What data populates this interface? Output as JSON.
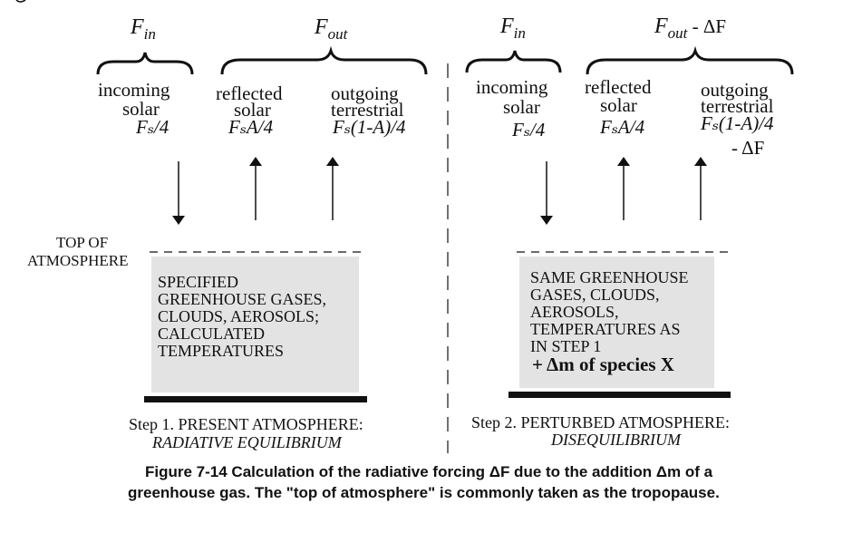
{
  "step1": {
    "fin": "F",
    "fin_sub": "in",
    "fout": "F",
    "fout_sub": "out",
    "incoming_line1": "incoming",
    "incoming_line2": "solar",
    "incoming_formula": "Fₛ/4",
    "reflected_line1": "reflected",
    "reflected_line2": "solar",
    "reflected_formula": "FₛA/4",
    "outgoing_line1": "outgoing",
    "outgoing_line2": "terrestrial",
    "outgoing_formula": "Fₛ(1-A)/4",
    "toa_line1": "TOP OF",
    "toa_line2": "ATMOSPHERE",
    "box_lines": [
      "SPECIFIED",
      "GREENHOUSE GASES,",
      "CLOUDS, AEROSOLS;",
      "CALCULATED",
      "TEMPERATURES"
    ],
    "step_label": "Step 1. PRESENT  ATMOSPHERE:",
    "step_sub": "RADIATIVE EQUILIBRIUM"
  },
  "step2": {
    "fin": "F",
    "fin_sub": "in",
    "fout": "F",
    "fout_sub": "out",
    "fout_suffix": " - ΔF",
    "incoming_line1": "incoming",
    "incoming_line2": "solar",
    "incoming_formula": "Fₛ/4",
    "reflected_line1": "reflected",
    "reflected_line2": "solar",
    "reflected_formula": "FₛA/4",
    "outgoing_line1": "outgoing",
    "outgoing_line2": "terrestrial",
    "outgoing_formula": "Fₛ(1-A)/4",
    "outgoing_delta": "- ΔF",
    "box_lines": [
      "SAME GREENHOUSE",
      "GASES, CLOUDS,",
      "AEROSOLS,",
      "TEMPERATURES AS",
      "IN STEP 1"
    ],
    "box_last": "+  Δm of species X",
    "step_label": "Step 2. PERTURBED  ATMOSPHERE:",
    "step_sub": "DISEQUILIBRIUM"
  },
  "caption": {
    "line1": "Figure 7-14  Calculation of the radiative forcing ΔF  due to the addition Δm of a",
    "line2": "greenhouse gas.  The \"top of atmosphere\" is commonly taken as the tropopause."
  },
  "colors": {
    "box_fill": "#e3e3e3",
    "ink": "#111111"
  }
}
